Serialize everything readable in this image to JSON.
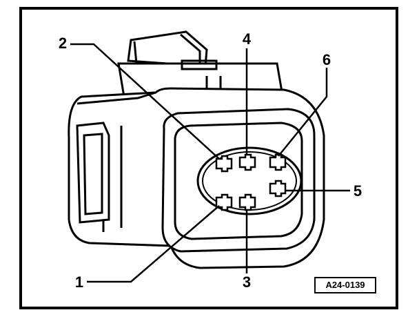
{
  "figure": {
    "callouts": [
      {
        "id": "1",
        "text": "1"
      },
      {
        "id": "2",
        "text": "2"
      },
      {
        "id": "3",
        "text": "3"
      },
      {
        "id": "4",
        "text": "4"
      },
      {
        "id": "5",
        "text": "5"
      },
      {
        "id": "6",
        "text": "6"
      }
    ],
    "reference_code": "A24-0139"
  }
}
